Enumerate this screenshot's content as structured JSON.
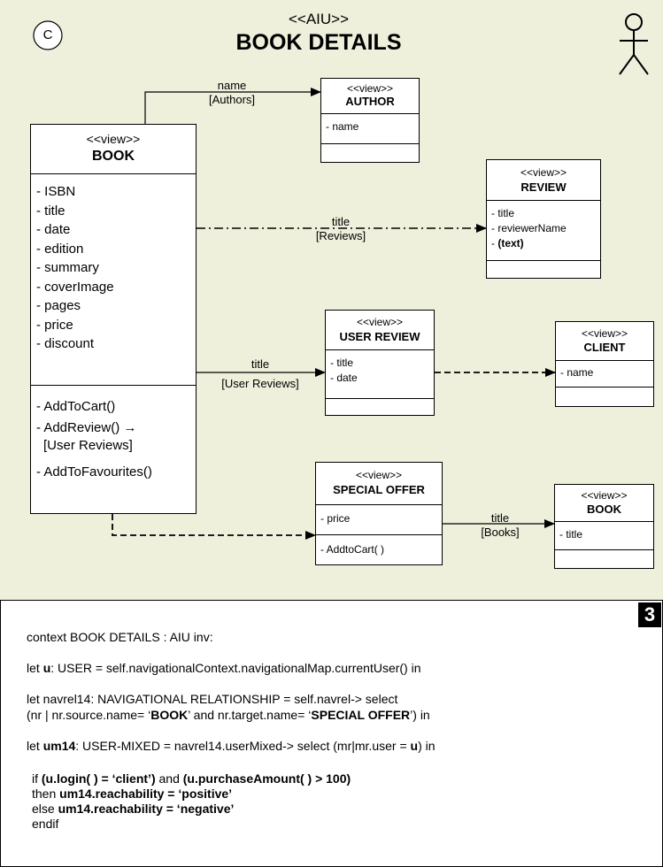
{
  "header": {
    "context_letter": "C",
    "stereotype": "<<AIU>>",
    "title": "BOOK DETAILS",
    "page_badge": "3"
  },
  "boxes": {
    "book": {
      "stereotype": "<<view>>",
      "name": "BOOK",
      "attributes": [
        "- ISBN",
        "- title",
        "- date",
        "- edition",
        "- summary",
        "- coverImage",
        "- pages",
        "- price",
        "- discount"
      ],
      "operations": [
        "- AddToCart()",
        "- AddReview() →",
        "[User Reviews]",
        "- AddToFavourites()"
      ]
    },
    "author": {
      "stereotype": "<<view>>",
      "name": "AUTHOR",
      "attributes": [
        "- name"
      ]
    },
    "review": {
      "stereotype": "<<view>>",
      "name": "REVIEW",
      "attributes": [
        "- title",
        "- reviewerName",
        "- "
      ],
      "bold_attr": "(text)"
    },
    "user_review": {
      "stereotype": "<<view>>",
      "name": "USER REVIEW",
      "attributes": [
        "- title",
        "- date"
      ]
    },
    "client": {
      "stereotype": "<<view>>",
      "name": "CLIENT",
      "attributes": [
        "- name"
      ]
    },
    "special_offer": {
      "stereotype": "<<view>>",
      "name": "SPECIAL OFFER",
      "attributes": [
        "- price"
      ],
      "operations": [
        "- AddtoCart( )"
      ]
    },
    "book2": {
      "stereotype": "<<view>>",
      "name": "BOOK",
      "attributes": [
        "- title"
      ]
    }
  },
  "links": {
    "authors": {
      "name": "name",
      "target": "[Authors]"
    },
    "reviews": {
      "name": "title",
      "target": "[Reviews]"
    },
    "user_reviews": {
      "name": "title",
      "target": "[User Reviews]"
    },
    "books": {
      "name": "title",
      "target": "[Books]"
    }
  },
  "ocl": {
    "l1": "context BOOK DETAILS : AIU inv:",
    "l2a": "let ",
    "l2b": "u",
    "l2c": ": USER = self.navigationalContext.navigationalMap.currentUser() in",
    "l3": "let navrel14: NAVIGATIONAL RELATIONSHIP = self.navrel-> select",
    "l4a": "(nr | nr.source.name= ‘",
    "l4b": "BOOK",
    "l4c": "’ and nr.target.name= ‘",
    "l4d": "SPECIAL OFFER",
    "l4e": "’) in",
    "l5a": "let ",
    "l5b": "um14",
    "l5c": ": USER-MIXED = navrel14.userMixed-> select (mr|mr.user = ",
    "l5d": "u",
    "l5e": ") in",
    "l6a": "if ",
    "l6b": "(u.login( ) = ‘client’)",
    "l6c": " and ",
    "l6d": "(u.purchaseAmount( ) > 100)",
    "l7a": "then ",
    "l7b": "um14.reachability = ‘positive’",
    "l8a": "else ",
    "l8b": "um14.reachability = ‘negative’",
    "l9": "endif"
  }
}
